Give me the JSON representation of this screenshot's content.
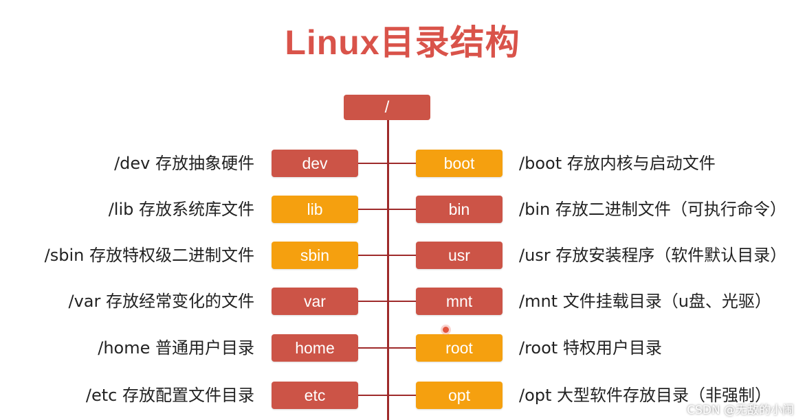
{
  "title": "Linux目录结构",
  "root": "/",
  "colors": {
    "title": "#d9534a",
    "red_box": "#cc5447",
    "orange_box": "#f5a00f",
    "line": "#9e2a2a"
  },
  "rows": [
    {
      "left": {
        "label": "dev",
        "desc": "/dev 存放抽象硬件",
        "color": "red"
      },
      "right": {
        "label": "boot",
        "desc": "/boot 存放内核与启动文件",
        "color": "orange"
      }
    },
    {
      "left": {
        "label": "lib",
        "desc": "/lib 存放系统库文件",
        "color": "orange"
      },
      "right": {
        "label": "bin",
        "desc": "/bin 存放二进制文件（可执行命令）",
        "color": "red"
      }
    },
    {
      "left": {
        "label": "sbin",
        "desc": "/sbin 存放特权级二进制文件",
        "color": "orange"
      },
      "right": {
        "label": "usr",
        "desc": "/usr 存放安装程序（软件默认目录）",
        "color": "red"
      }
    },
    {
      "left": {
        "label": "var",
        "desc": "/var 存放经常变化的文件",
        "color": "red"
      },
      "right": {
        "label": "mnt",
        "desc": "/mnt 文件挂载目录（u盘、光驱）",
        "color": "red"
      }
    },
    {
      "left": {
        "label": "home",
        "desc": "/home 普通用户目录",
        "color": "red"
      },
      "right": {
        "label": "root",
        "desc": "/root 特权用户目录",
        "color": "orange"
      }
    },
    {
      "left": {
        "label": "etc",
        "desc": "/etc 存放配置文件目录",
        "color": "red"
      },
      "right": {
        "label": "opt",
        "desc": "/opt 大型软件存放目录（非强制）",
        "color": "orange"
      }
    }
  ],
  "watermark": "CSDN @无敌的小闹"
}
